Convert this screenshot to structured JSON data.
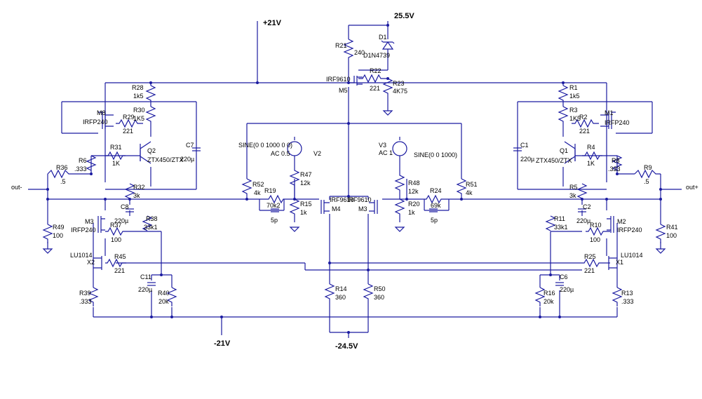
{
  "rails": {
    "vpos": "+21V",
    "vneg": "-21V",
    "vtop": "25.5V",
    "vbot": "-24.5V",
    "out_neg": "out-",
    "out_pos": "out+"
  },
  "components": [
    {
      "id": "D1",
      "label": "D1",
      "value": "D1N4739"
    },
    {
      "id": "R21",
      "label": "R21",
      "value": "240"
    },
    {
      "id": "R22",
      "label": "R22",
      "value": "221"
    },
    {
      "id": "R23",
      "label": "R23",
      "value": "4K75"
    },
    {
      "id": "M5",
      "label": "M5",
      "value": "IRF9610"
    },
    {
      "id": "R28",
      "label": "R28",
      "value": "1k5"
    },
    {
      "id": "R1",
      "label": "R1",
      "value": "1k5"
    },
    {
      "id": "M8",
      "label": "M8",
      "value": "IRFP240"
    },
    {
      "id": "M1",
      "label": "M1",
      "value": "IRFP240"
    },
    {
      "id": "R29",
      "label": "R29",
      "value": "221"
    },
    {
      "id": "R2",
      "label": "R2",
      "value": "221"
    },
    {
      "id": "R30",
      "label": "R30",
      "value": "1K5"
    },
    {
      "id": "R3",
      "label": "R3",
      "value": "1K5"
    },
    {
      "id": "C7",
      "label": "C7",
      "value": "220µ"
    },
    {
      "id": "C1",
      "label": "C1",
      "value": "220µ"
    },
    {
      "id": "Q2",
      "label": "Q2",
      "value": "ZTX450/ZTX"
    },
    {
      "id": "Q1",
      "label": "Q1",
      "value": "ZTX450/ZTX"
    },
    {
      "id": "R31",
      "label": "R31",
      "value": "1K"
    },
    {
      "id": "R4",
      "label": "R4",
      "value": "1K"
    },
    {
      "id": "R6",
      "label": "R6",
      "value": ".333"
    },
    {
      "id": "R8",
      "label": "R8",
      "value": ".333"
    },
    {
      "id": "R36",
      "label": "R36",
      "value": ".5"
    },
    {
      "id": "R9",
      "label": "R9",
      "value": ".5"
    },
    {
      "id": "R32",
      "label": "R32",
      "value": "3k"
    },
    {
      "id": "R5",
      "label": "R5",
      "value": "3k"
    },
    {
      "id": "V2",
      "label": "V2",
      "value": "AC 0.5"
    },
    {
      "id": "V2S",
      "label": "",
      "value": "SINE(0 0 1000 0 0)"
    },
    {
      "id": "V3",
      "label": "V3",
      "value": "AC 1"
    },
    {
      "id": "V3S",
      "label": "",
      "value": "SINE(0 0 1000)"
    },
    {
      "id": "R52",
      "label": "R52",
      "value": "4k"
    },
    {
      "id": "R51",
      "label": "R51",
      "value": "4k"
    },
    {
      "id": "R19",
      "label": "R19",
      "value": "70k2"
    },
    {
      "id": "R24",
      "label": "R24",
      "value": "69k"
    },
    {
      "id": "C19",
      "label": "",
      "value": "5p"
    },
    {
      "id": "C24",
      "label": "",
      "value": "5p"
    },
    {
      "id": "R47",
      "label": "R47",
      "value": "12k"
    },
    {
      "id": "R48",
      "label": "R48",
      "value": "12k"
    },
    {
      "id": "R15",
      "label": "R15",
      "value": "1k"
    },
    {
      "id": "R20",
      "label": "R20",
      "value": "1k"
    },
    {
      "id": "M4",
      "label": "M4",
      "value": "IRF9610"
    },
    {
      "id": "M3R",
      "label": "M3",
      "value": "IRF9610"
    },
    {
      "id": "M3L",
      "label": "M3",
      "value": "IRFP240"
    },
    {
      "id": "M2",
      "label": "M2",
      "value": "IRFP240"
    },
    {
      "id": "C8",
      "label": "C8",
      "value": "220µ"
    },
    {
      "id": "C2",
      "label": "C2",
      "value": "220µ"
    },
    {
      "id": "R37",
      "label": "R37",
      "value": "100"
    },
    {
      "id": "R10",
      "label": "R10",
      "value": "100"
    },
    {
      "id": "R38",
      "label": "R38",
      "value": "33k1"
    },
    {
      "id": "R11",
      "label": "R11",
      "value": "33k1"
    },
    {
      "id": "R49",
      "label": "R49",
      "value": "100"
    },
    {
      "id": "R41",
      "label": "R41",
      "value": "100"
    },
    {
      "id": "X2",
      "label": "X2",
      "value": "LU1014"
    },
    {
      "id": "X1",
      "label": "X1",
      "value": "LU1014"
    },
    {
      "id": "R45",
      "label": "R45",
      "value": "221"
    },
    {
      "id": "R25",
      "label": "R25",
      "value": "221"
    },
    {
      "id": "C11",
      "label": "C11",
      "value": "220µ"
    },
    {
      "id": "C6",
      "label": "C6",
      "value": "220µ"
    },
    {
      "id": "R40",
      "label": "R40",
      "value": "20k"
    },
    {
      "id": "R16",
      "label": "R16",
      "value": "20k"
    },
    {
      "id": "R39",
      "label": "R39",
      "value": ".333"
    },
    {
      "id": "R13",
      "label": "R13",
      "value": ".333"
    },
    {
      "id": "R14",
      "label": "R14",
      "value": "360"
    },
    {
      "id": "R50",
      "label": "R50",
      "value": "360"
    }
  ]
}
